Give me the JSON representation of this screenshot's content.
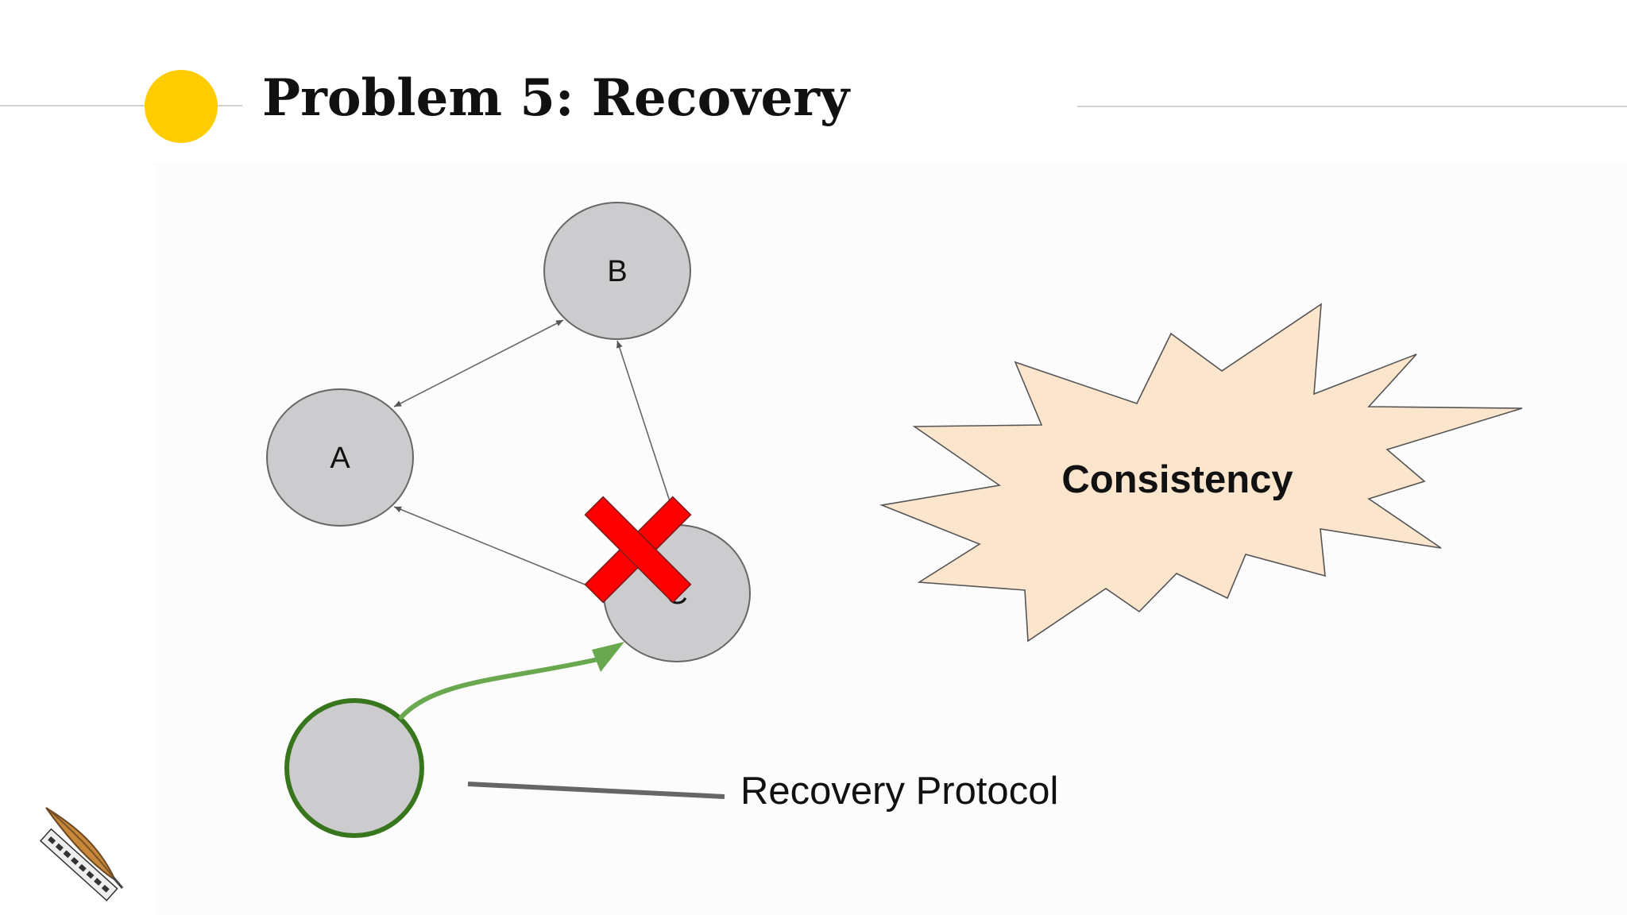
{
  "slide": {
    "title": "Problem 5: Recovery"
  },
  "diagram": {
    "nodes": [
      {
        "id": "A",
        "label": "A"
      },
      {
        "id": "B",
        "label": "B"
      },
      {
        "id": "C",
        "label": "C",
        "failed": true
      },
      {
        "id": "new",
        "label": "",
        "recovering": true
      }
    ],
    "edges": [
      {
        "from": "A",
        "to": "B",
        "bidirectional": true
      },
      {
        "from": "A",
        "to": "C",
        "bidirectional": true
      },
      {
        "from": "C",
        "to": "B",
        "bidirectional": false
      },
      {
        "from": "new",
        "to": "C",
        "bidirectional": false,
        "color": "#6aa84f"
      }
    ],
    "burst_label": "Consistency",
    "callout_label": "Recovery Protocol"
  },
  "colors": {
    "accent": "#ffcc00",
    "node_fill": "#cccccf",
    "node_stroke": "#666666",
    "failure_mark": "#ff0000",
    "recovery_arrow": "#6aa84f",
    "recovering_node_stroke": "#38761d",
    "burst_fill": "#fce5cd"
  },
  "icons": {
    "accent_dot": "yellow-dot-icon",
    "failure_mark": "red-x-icon",
    "logo": "feather-logo-icon"
  }
}
